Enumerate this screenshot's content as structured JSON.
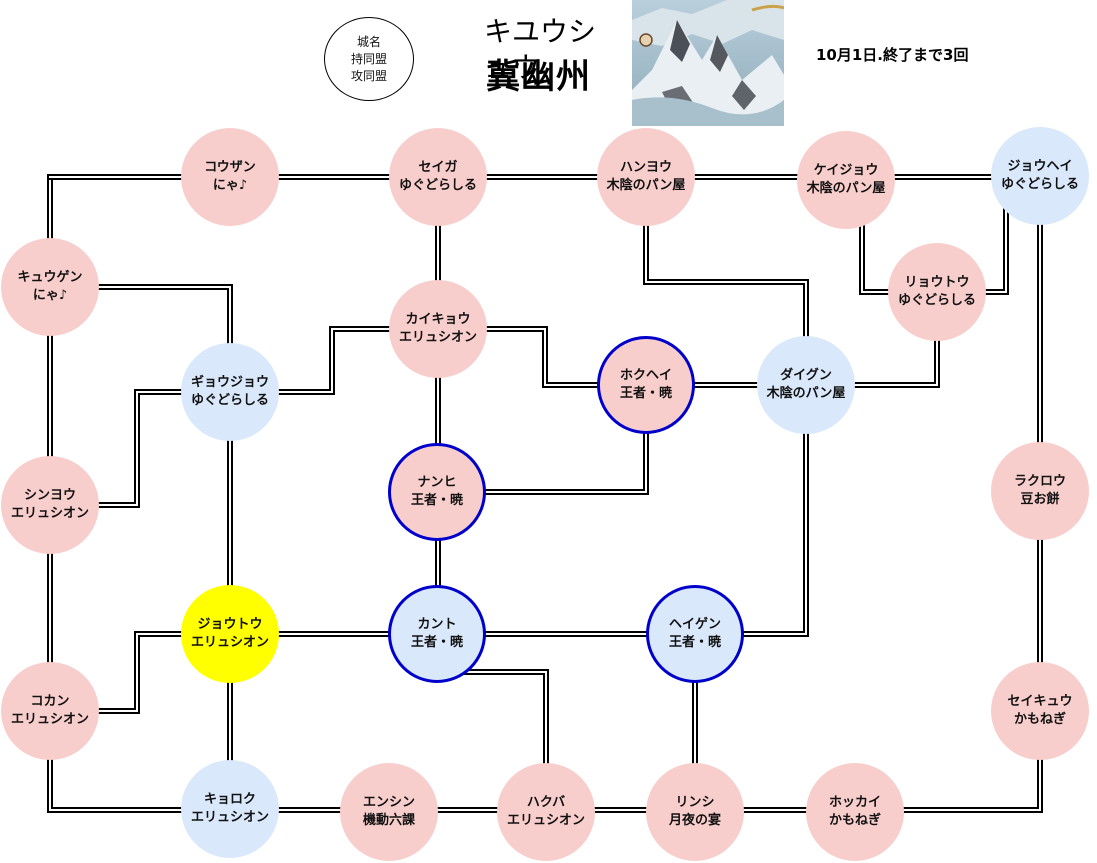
{
  "legend": {
    "line1": "城名",
    "line2": "持同盟",
    "line3": "攻同盟"
  },
  "title": {
    "kana": "キユウシュウ",
    "kanji": "冀幽州"
  },
  "status": "10月1日.終了まで3回",
  "colors": {
    "pink": "#f8cecc",
    "blue": "#dae8fc",
    "yellow": "#ffff00",
    "ring": "#0000cc"
  },
  "nodes": {
    "kouzan": {
      "name": "コウザン",
      "alliance": "にゃ♪"
    },
    "seiga": {
      "name": "セイガ",
      "alliance": "ゆぐどらしる"
    },
    "hanyou": {
      "name": "ハンヨウ",
      "alliance": "木陰のパン屋"
    },
    "keijou": {
      "name": "ケイジョウ",
      "alliance": "木陰のパン屋"
    },
    "jouhei": {
      "name": "ジョウヘイ",
      "alliance": "ゆぐどらしる"
    },
    "kyuugen": {
      "name": "キュウゲン",
      "alliance": "にゃ♪"
    },
    "ryoutou": {
      "name": "リョウトウ",
      "alliance": "ゆぐどらしる"
    },
    "kaikyou": {
      "name": "カイキョウ",
      "alliance": "エリュシオン"
    },
    "gyoujou": {
      "name": "ギョウジョウ",
      "alliance": "ゆぐどらしる"
    },
    "hokuhei": {
      "name": "ホクヘイ",
      "alliance": "王者・暁"
    },
    "daigun": {
      "name": "ダイグン",
      "alliance": "木陰のパン屋"
    },
    "shinyou": {
      "name": "シンヨウ",
      "alliance": "エリュシオン"
    },
    "nanhi": {
      "name": "ナンヒ",
      "alliance": "王者・暁"
    },
    "rakurou": {
      "name": "ラクロウ",
      "alliance": "豆お餅"
    },
    "joutou": {
      "name": "ジョウトウ",
      "alliance": "エリュシオン"
    },
    "kanto": {
      "name": "カント",
      "alliance": "王者・暁"
    },
    "heigen": {
      "name": "ヘイゲン",
      "alliance": "王者・暁"
    },
    "kokan": {
      "name": "コカン",
      "alliance": "エリュシオン"
    },
    "seikyuu": {
      "name": "セイキュウ",
      "alliance": "かもねぎ"
    },
    "kyoroku": {
      "name": "キョロク",
      "alliance": "エリュシオン"
    },
    "enshin": {
      "name": "エンシン",
      "alliance": "機動六課"
    },
    "hakuba": {
      "name": "ハクバ",
      "alliance": "エリュシオン"
    },
    "rinshi": {
      "name": "リンシ",
      "alliance": "月夜の宴"
    },
    "hokkai": {
      "name": "ホッカイ",
      "alliance": "かもねぎ"
    }
  }
}
